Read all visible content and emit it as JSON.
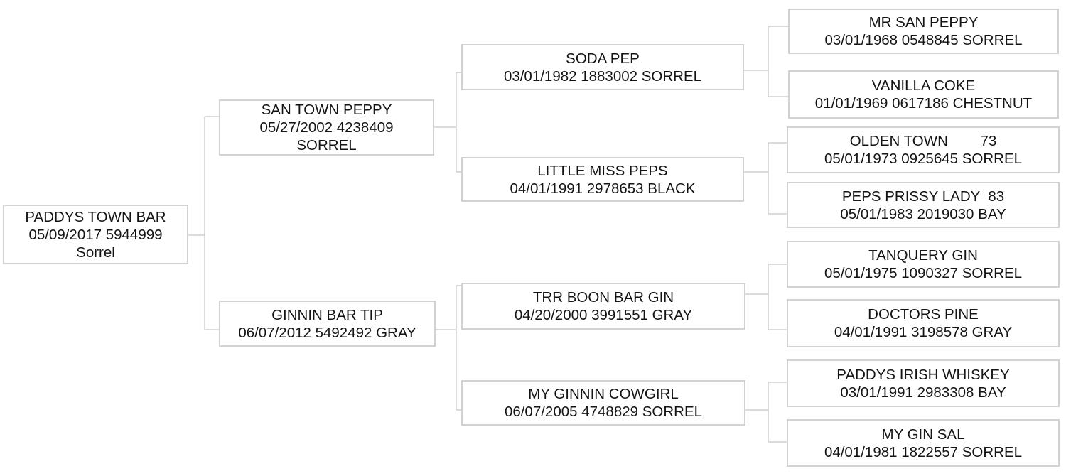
{
  "pedigree": {
    "subject": "PADDYS TOWN BAR\n05/09/2017 5944999\nSorrel",
    "sire": "SAN TOWN PEPPY\n05/27/2002 4238409\nSORREL",
    "dam": "GINNIN BAR TIP\n06/07/2012 5492492 GRAY",
    "sire_sire": "SODA PEP\n03/01/1982 1883002 SORREL",
    "sire_dam": "LITTLE MISS PEPS\n04/01/1991 2978653 BLACK",
    "dam_sire": "TRR BOON BAR GIN\n04/20/2000 3991551 GRAY",
    "dam_dam": "MY GINNIN COWGIRL\n06/07/2005 4748829 SORREL",
    "sire_sire_sire": "MR SAN PEPPY\n03/01/1968 0548845 SORREL",
    "sire_sire_dam": "VANILLA COKE\n01/01/1969 0617186 CHESTNUT",
    "sire_dam_sire": "OLDEN TOWN        73\n05/01/1973 0925645 SORREL",
    "sire_dam_dam": "PEPS PRISSY LADY  83\n05/01/1983 2019030 BAY",
    "dam_sire_sire": "TANQUERY GIN\n05/01/1975 1090327 SORREL",
    "dam_sire_dam": "DOCTORS PINE\n04/01/1991 3198578 GRAY",
    "dam_dam_sire": "PADDYS IRISH WHISKEY\n03/01/1991 2983308 BAY",
    "dam_dam_dam": "MY GIN SAL\n04/01/1981 1822557 SORREL"
  }
}
